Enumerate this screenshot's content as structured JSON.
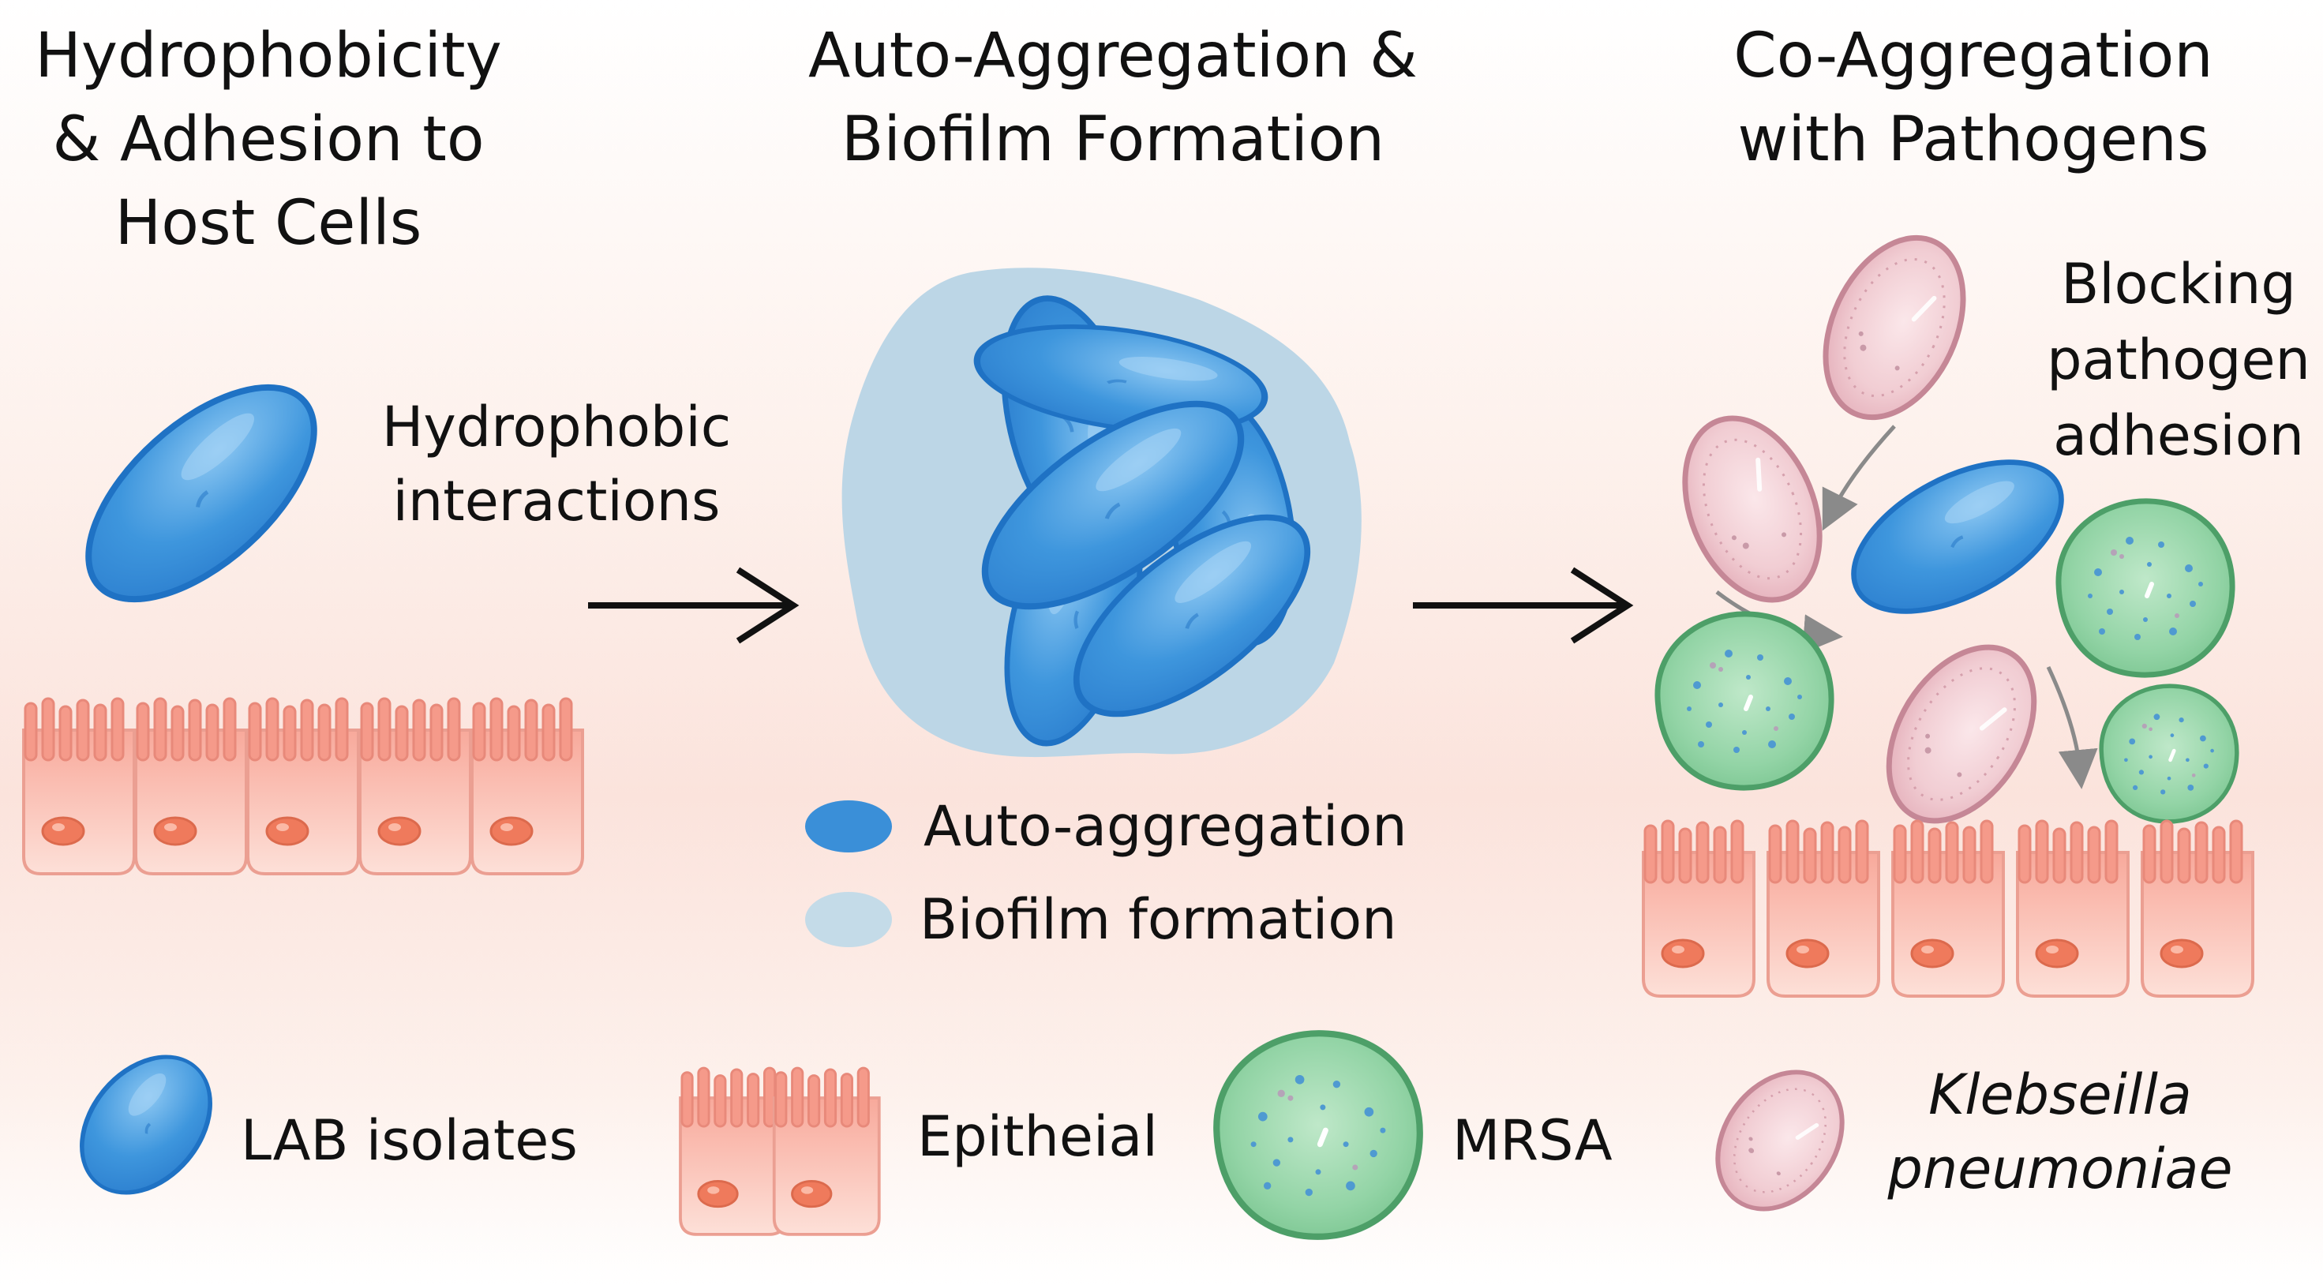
{
  "panels": {
    "hydrophobicity": {
      "title_lines": [
        "Hydrophobicity",
        "& Adhesion to",
        "Host Cells"
      ],
      "annotation_lines": [
        "Hydrophobic",
        "interactions"
      ]
    },
    "auto_aggregation": {
      "title_lines": [
        "Auto-Aggregation &",
        "Biofilm Formation"
      ],
      "legend": {
        "auto_aggregation_label": "Auto-aggregation",
        "biofilm_label": "Biofilm formation"
      }
    },
    "co_aggregation": {
      "title_lines": [
        "Co-Aggregation",
        "with Pathogens"
      ],
      "annotation_lines": [
        "Blocking",
        "pathogen",
        "adhesion"
      ]
    }
  },
  "legend": {
    "lab_isolates": "LAB isolates",
    "epithelial": "Epitheial",
    "mrsa": "MRSA",
    "klebsiella_lines": [
      "Klebseilla",
      "pneumoniae"
    ]
  },
  "colors": {
    "lab_blue": "#3b93dc",
    "lab_blue_dark": "#1f6fc0",
    "biofilm": "#bcd7e6",
    "epithelial_fill": "#f7b5a8",
    "epithelial_stroke": "#e58f7f",
    "nucleus": "#ef7a5c",
    "mrsa_fill": "#8fd0a2",
    "mrsa_stroke": "#4fa36a",
    "klebsiella_fill": "#efc4cc",
    "klebsiella_stroke": "#c78a98"
  }
}
